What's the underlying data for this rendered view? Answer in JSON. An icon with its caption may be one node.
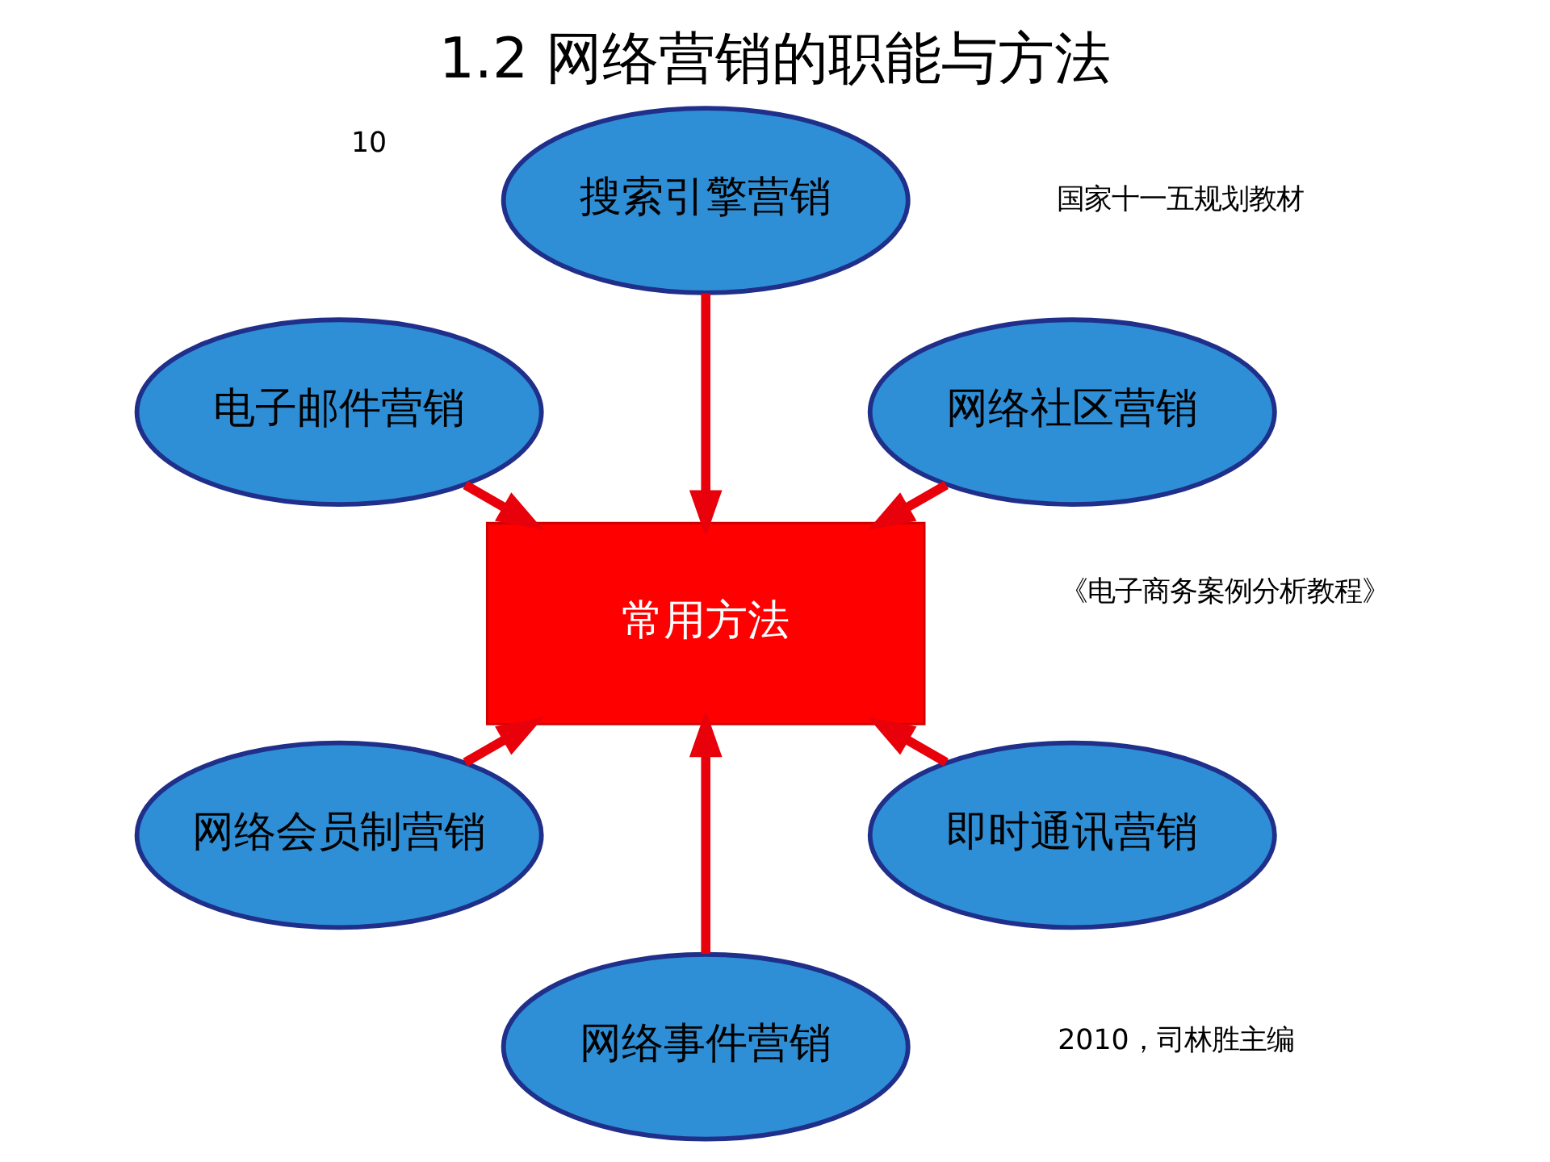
{
  "diagram": {
    "title": "1.2 网络营销的职能与方法",
    "nodes": [
      {
        "text": [
          "网络社区营销"
        ]
      },
      {
        "text": [
          "搜索引擎营销"
        ]
      },
      {
        "text": [
          "电子邮件营销"
        ]
      },
      {
        "text": [
          "常用方法"
        ]
      },
      {
        "text": [
          "网络会员制营销"
        ]
      },
      {
        "text": [
          "网络事件营销"
        ]
      },
      {
        "text": [
          "即时通讯营销"
        ]
      }
    ],
    "edges": [
      {
        "from": 0,
        "to": 3,
        "arrow": "to",
        "color": "#e8000b"
      },
      {
        "from": 1,
        "to": 3,
        "arrow": "to",
        "color": "#e8000b"
      },
      {
        "from": 2,
        "to": 3,
        "arrow": "to",
        "color": "#e8000b"
      },
      {
        "from": 4,
        "to": 3,
        "arrow": "to",
        "color": "#e8000b"
      },
      {
        "from": 5,
        "to": 3,
        "arrow": "to",
        "color": "#e8000b"
      },
      {
        "from": 6,
        "to": 3,
        "arrow": "to",
        "color": "#e8000b"
      }
    ],
    "labels": [
      "国家十一五规划教材",
      "《电子商务案例分析教程》",
      "2010，司林胜主编",
      "10"
    ]
  }
}
